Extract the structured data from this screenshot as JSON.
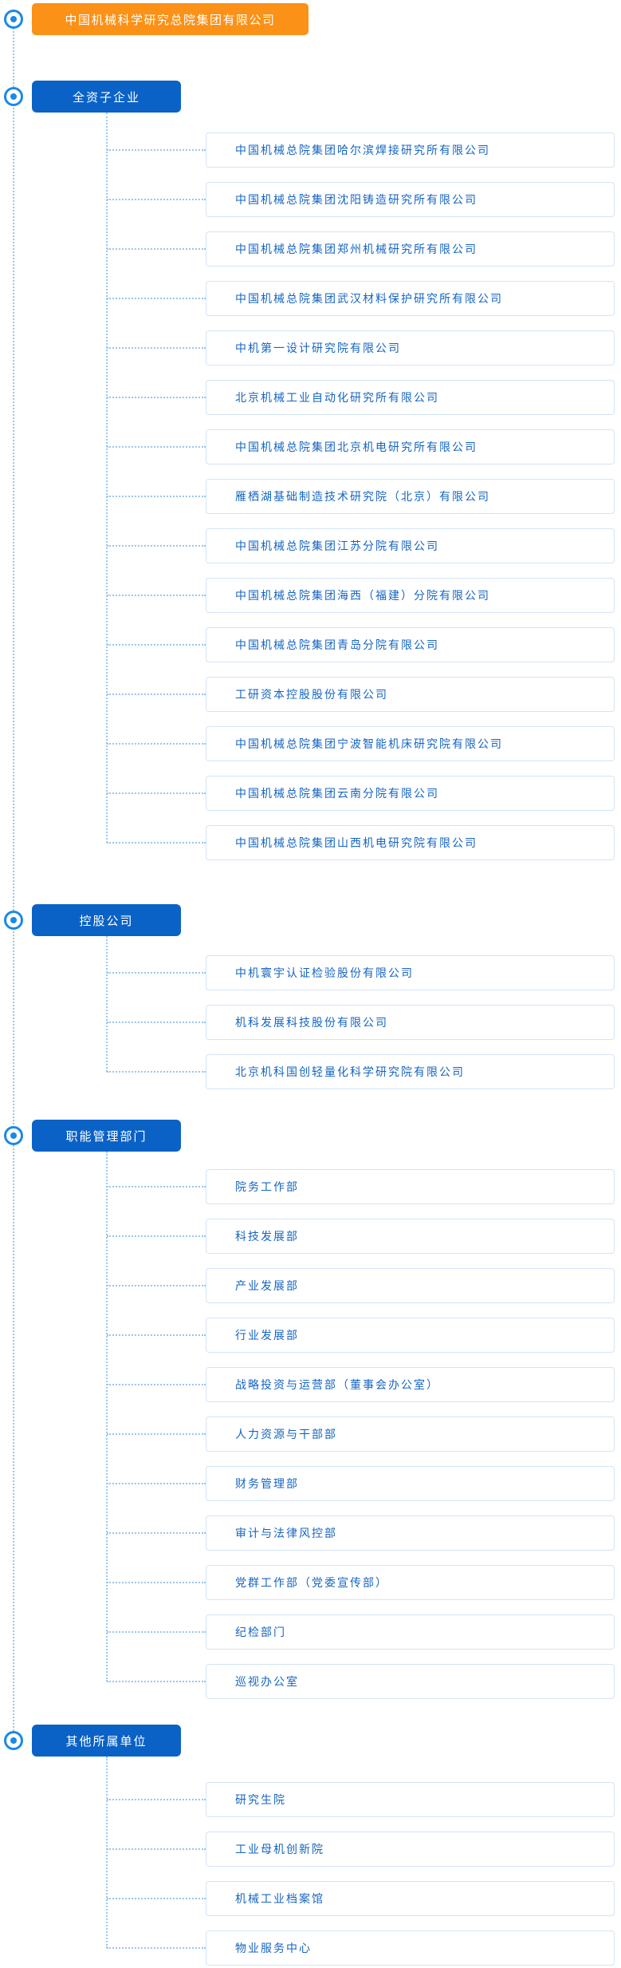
{
  "root": {
    "label": "中国机械科学研究总院集团有限公司"
  },
  "sections": [
    {
      "label": "全资子企业",
      "items": [
        "中国机械总院集团哈尔滨焊接研究所有限公司",
        "中国机械总院集团沈阳铸造研究所有限公司",
        "中国机械总院集团郑州机械研究所有限公司",
        "中国机械总院集团武汉材料保护研究所有限公司",
        "中机第一设计研究院有限公司",
        "北京机械工业自动化研究所有限公司",
        "中国机械总院集团北京机电研究所有限公司",
        "雁栖湖基础制造技术研究院（北京）有限公司",
        "中国机械总院集团江苏分院有限公司",
        "中国机械总院集团海西（福建）分院有限公司",
        "中国机械总院集团青岛分院有限公司",
        "工研资本控股股份有限公司",
        "中国机械总院集团宁波智能机床研究院有限公司",
        "中国机械总院集团云南分院有限公司",
        "中国机械总院集团山西机电研究院有限公司"
      ]
    },
    {
      "label": "控股公司",
      "items": [
        "中机寰宇认证检验股份有限公司",
        "机科发展科技股份有限公司",
        "北京机科国创轻量化科学研究院有限公司"
      ]
    },
    {
      "label": "职能管理部门",
      "items": [
        "院务工作部",
        "科技发展部",
        "产业发展部",
        "行业发展部",
        "战略投资与运营部（董事会办公室）",
        "人力资源与干部部",
        "财务管理部",
        "审计与法律风控部",
        "党群工作部（党委宣传部）",
        "纪检部门",
        "巡视办公室"
      ]
    },
    {
      "label": "其他所属单位",
      "items": [
        "研究生院",
        "工业母机创新院",
        "机械工业档案馆",
        "物业服务中心"
      ]
    }
  ],
  "colors": {
    "root_bg": "#fb9116",
    "section_bg": "#0a62c6",
    "connector": "#9cc6ef",
    "marker": "#1b89e6",
    "node_border": "#d2e4f7",
    "node_text": "#1565c0"
  },
  "icons": {
    "section_marker": "bullseye-icon"
  }
}
